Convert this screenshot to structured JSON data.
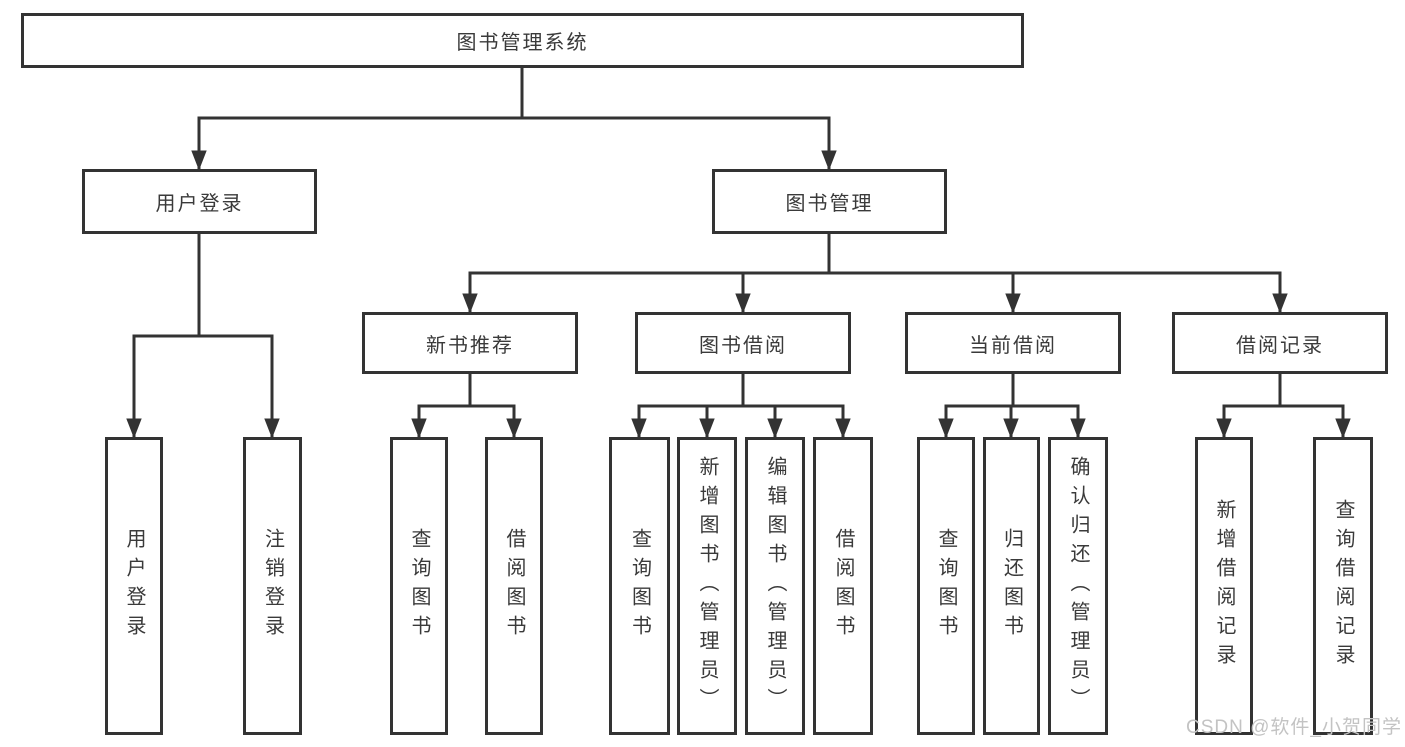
{
  "tree": {
    "label": "图书管理系统",
    "children": [
      {
        "label": "用户登录",
        "children": [
          {
            "label": "用户登录"
          },
          {
            "label": "注销登录"
          }
        ]
      },
      {
        "label": "图书管理",
        "children": [
          {
            "label": "新书推荐",
            "children": [
              {
                "label": "查询图书"
              },
              {
                "label": "借阅图书"
              }
            ]
          },
          {
            "label": "图书借阅",
            "children": [
              {
                "label": "查询图书"
              },
              {
                "label": "新增图书（管理员）"
              },
              {
                "label": "编辑图书（管理员）"
              },
              {
                "label": "借阅图书"
              }
            ]
          },
          {
            "label": "当前借阅",
            "children": [
              {
                "label": "查询图书"
              },
              {
                "label": "归还图书"
              },
              {
                "label": "确认归还（管理员）"
              }
            ]
          },
          {
            "label": "借阅记录",
            "children": [
              {
                "label": "新增借阅记录"
              },
              {
                "label": "查询借阅记录"
              }
            ]
          }
        ]
      }
    ]
  },
  "watermark": "CSDN @软件_小贺同学",
  "colors": {
    "line": "#333333",
    "text": "#3a3a3a",
    "watermark": "#c3c3c3",
    "background": "#ffffff"
  }
}
